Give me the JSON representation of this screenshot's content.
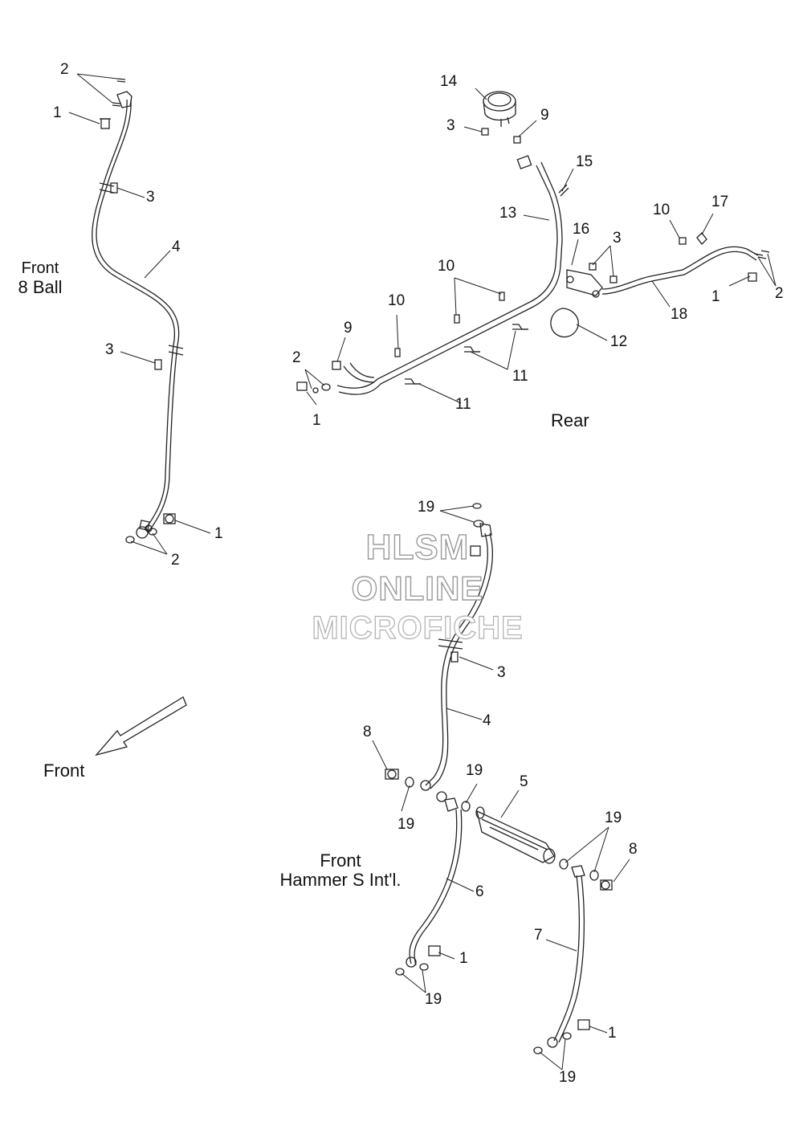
{
  "captions": {
    "front_8_ball": [
      "Front",
      "8 Ball"
    ],
    "rear": "Rear",
    "front_arrow": "Front",
    "front_hammer": [
      "Front",
      "Hammer S Int'l."
    ]
  },
  "watermark": [
    "HLSM",
    "ONLINE",
    "MICROFICHE"
  ],
  "callouts": {
    "front8ball": [
      "2",
      "1",
      "3",
      "4",
      "3",
      "1",
      "2"
    ],
    "rear": [
      "14",
      "3",
      "9",
      "15",
      "13",
      "16",
      "3",
      "10",
      "17",
      "10",
      "10",
      "9",
      "2",
      "1",
      "11",
      "11",
      "12",
      "18",
      "1",
      "2"
    ],
    "hammer": [
      "19",
      "3",
      "4",
      "8",
      "19",
      "19",
      "5",
      "19",
      "8",
      "6",
      "7",
      "1",
      "19",
      "1",
      "19"
    ]
  },
  "colors": {
    "line": "#222222",
    "watermark_outline": "#9a9a9a"
  }
}
